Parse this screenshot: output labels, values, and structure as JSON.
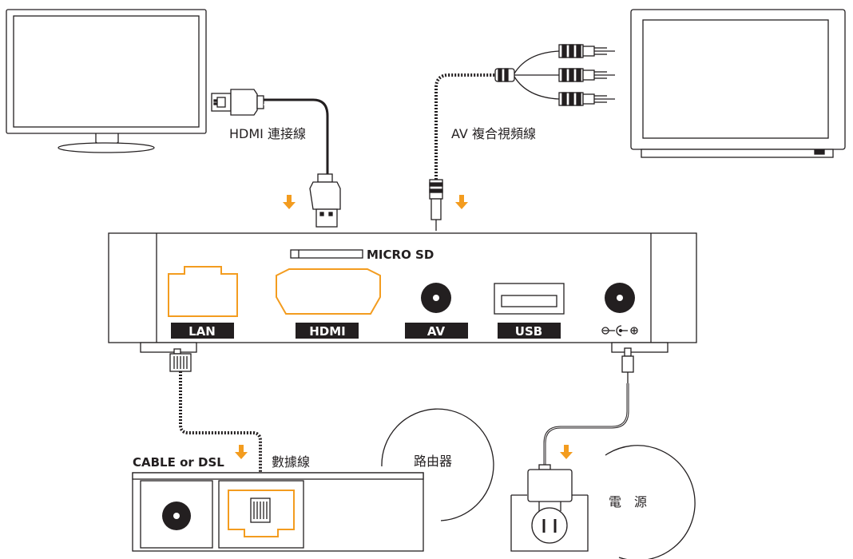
{
  "labels": {
    "hdmi_cable": "HDMI 連接線",
    "av_cable": "AV 複合視頻線",
    "micro_sd": "MICRO SD",
    "cable_dsl": "CABLE or DSL",
    "data_cable": "數據線",
    "router": "路由器",
    "power": "電　源"
  },
  "ports": {
    "lan": "LAN",
    "hdmi": "HDMI",
    "av": "AV",
    "usb": "USB"
  },
  "colors": {
    "accent": "#f39c1f",
    "line": "#231f20",
    "label_bg": "#231f20"
  },
  "icons": {
    "dc_power": "dc-power-polarity-icon",
    "arrow": "down-arrow-icon"
  }
}
